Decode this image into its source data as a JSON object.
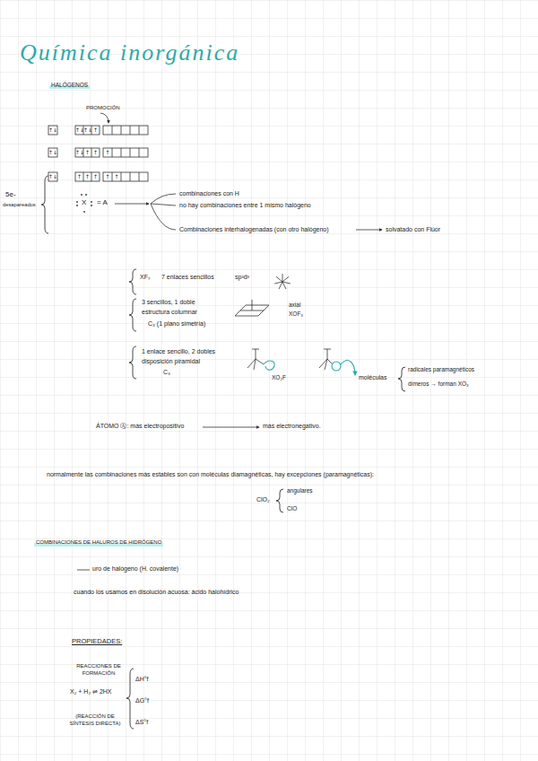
{
  "diagram": {
    "title": "Química inorgánica",
    "labels": [
      "HALÓGENOS",
      "PROMOCIÓN",
      "↑↓",
      "↑↓",
      "↑↓",
      "↑",
      "↑↓",
      "↑↓",
      "↑",
      "↑",
      "↑",
      "↑↓",
      "↑",
      "↑",
      "↑",
      "↑",
      "↑",
      "5e-",
      "desapareados",
      "X",
      "= A",
      "combinaciones con H",
      "no hay combinaciones entre 1 mismo halógeno",
      "Combinaciones interhalogenadas (con otro halógeno)",
      "solvatado con Flúor",
      "XF₇",
      "7 enlaces sencillos",
      "sp³d³",
      "3 sencillos, 1 doble",
      "estructura columnar",
      "C₃ (1 plano simetría)",
      "axial",
      "XOF₃",
      "1 enlace sencillo, 2 dobles",
      "disposición piramidal",
      "C₃",
      "XO₂F",
      "moléculas",
      "radicales paramagnéticos",
      "dímeros → forman XO₃",
      "ÁTOMO Ⓐ: más electropositivo",
      "más electronegativo.",
      "normalmente las combinaciones más estables son con moléculas diamagnéticas, hay excepciones (paramagnéticas):",
      "ClO₂",
      "angulares",
      "ClO",
      "COMBINACIONES DE HALUROS DE HIDRÓGENO",
      "uro de halógeno (H. covalente)",
      "cuando los usamos en disolución acuosa: ácido halohídrico",
      "PROPIEDADES:",
      "REACCIONES DE FORMACIÓN",
      "X₂ + H₂ ⇌ 2HX",
      "(REACCIÓN DE SÍNTESIS DIRECTA)",
      "ΔH°f",
      "ΔG°f",
      "ΔS°f"
    ]
  }
}
